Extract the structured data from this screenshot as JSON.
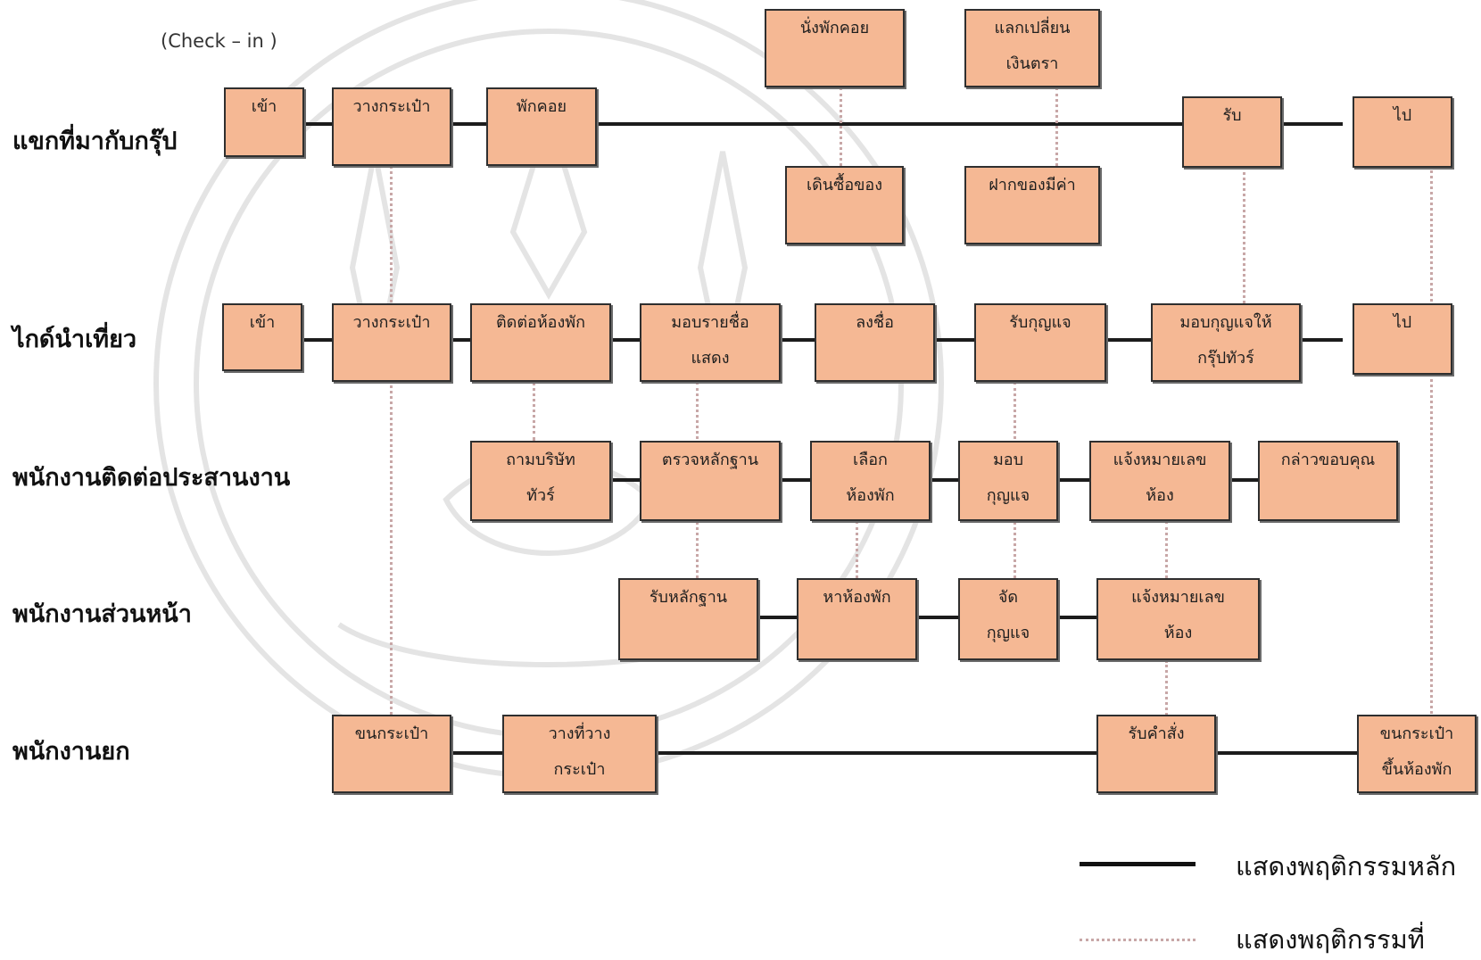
{
  "note": "(Check – in )",
  "lanes": {
    "guest": "แขกที่มากับกรุ๊ป",
    "guide": "ไกด์นำเที่ยว",
    "coordinator": "พนักงานติดต่อประสานงาน",
    "front": "พนักงานส่วนหน้า",
    "porter": "พนักงานยก"
  },
  "boxes": {
    "guest_enter": "เข้า",
    "guest_drop_bag": "วางกระเป๋า",
    "guest_rest": "พักคอย",
    "guest_sit_wait": "นั่งพักคอย",
    "guest_exchange_1": "แลกเปลี่ยน",
    "guest_exchange_2": "เงินตรา",
    "guest_shop": "เดินซื้อของ",
    "guest_deposit": "ฝากของมีค่า",
    "guest_receive": "รับ",
    "guest_go": "ไป",
    "guide_enter": "เข้า",
    "guide_drop_bag": "วางกระเป๋า",
    "guide_contact": "ติดต่อห้องพัก",
    "guide_list_1": "มอบรายชื่อ",
    "guide_list_2": "แสดง",
    "guide_sign": "ลงชื่อ",
    "guide_key": "รับกุญแจ",
    "guide_give_key_1": "มอบกุญแจให้",
    "guide_give_key_2": "กรุ๊ปทัวร์",
    "guide_go": "ไป",
    "coord_ask_1": "ถามบริษัท",
    "coord_ask_2": "ทัวร์",
    "coord_check": "ตรวจหลักฐาน",
    "coord_select_1": "เลือก",
    "coord_select_2": "ห้องพัก",
    "coord_give_1": "มอบ",
    "coord_give_2": "กุญแจ",
    "coord_inform_1": "แจ้งหมายเลข",
    "coord_inform_2": "ห้อง",
    "coord_thanks": "กล่าวขอบคุณ",
    "front_receive": "รับหลักฐาน",
    "front_find": "หาห้องพัก",
    "front_prepare_1": "จัด",
    "front_prepare_2": "กุญแจ",
    "front_inform_1": "แจ้งหมายเลข",
    "front_inform_2": "ห้อง",
    "porter_carry": "ขนกระเป๋า",
    "porter_place_1": "วางที่วาง",
    "porter_place_2": "กระเป๋า",
    "porter_order": "รับคำสั่ง",
    "porter_up_1": "ขนกระเป๋า",
    "porter_up_2": "ขึ้นห้องพัก"
  },
  "legend": {
    "main": "แสดงพฤติกรรมหลัก",
    "secondary": "แสดงพฤติกรรมที่"
  },
  "colors": {
    "box_fill": "#f5b894",
    "main_line": "#1c1c1c",
    "dotted_line": "#c8a7a7"
  }
}
